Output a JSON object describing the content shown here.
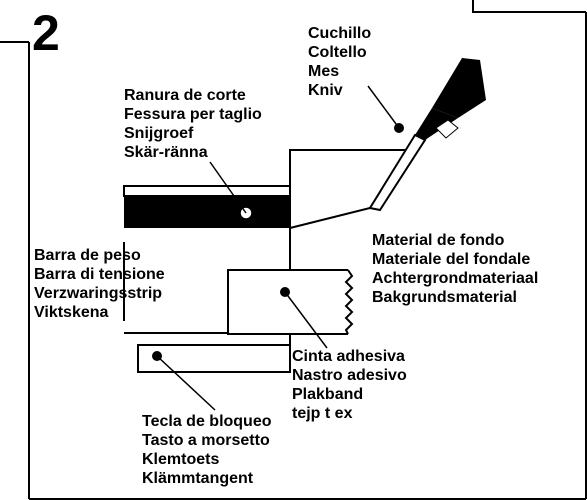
{
  "figure": {
    "number": "2",
    "labels": {
      "knife": [
        "Cuchillo",
        "Coltello",
        "Mes",
        "Kniv"
      ],
      "cutting_groove": [
        "Ranura de corte",
        "Fessura per taglio",
        "Snijgroef",
        "Skär-ränna"
      ],
      "weight_bar": [
        "Barra de peso",
        "Barra di tensione",
        "Verzwaringsstrip",
        "Viktskena"
      ],
      "background_material": [
        "Material de fondo",
        "Materiale del fondale",
        "Achtergrondmateriaal",
        "Bakgrundsmaterial"
      ],
      "adhesive_tape": [
        "Cinta adhesiva",
        "Nastro adesivo",
        "Plakband",
        "tejp t ex"
      ],
      "lock_key": [
        "Tecla de bloqueo",
        "Tasto a morsetto",
        "Klemtoets",
        "Klämmtangent"
      ]
    }
  }
}
